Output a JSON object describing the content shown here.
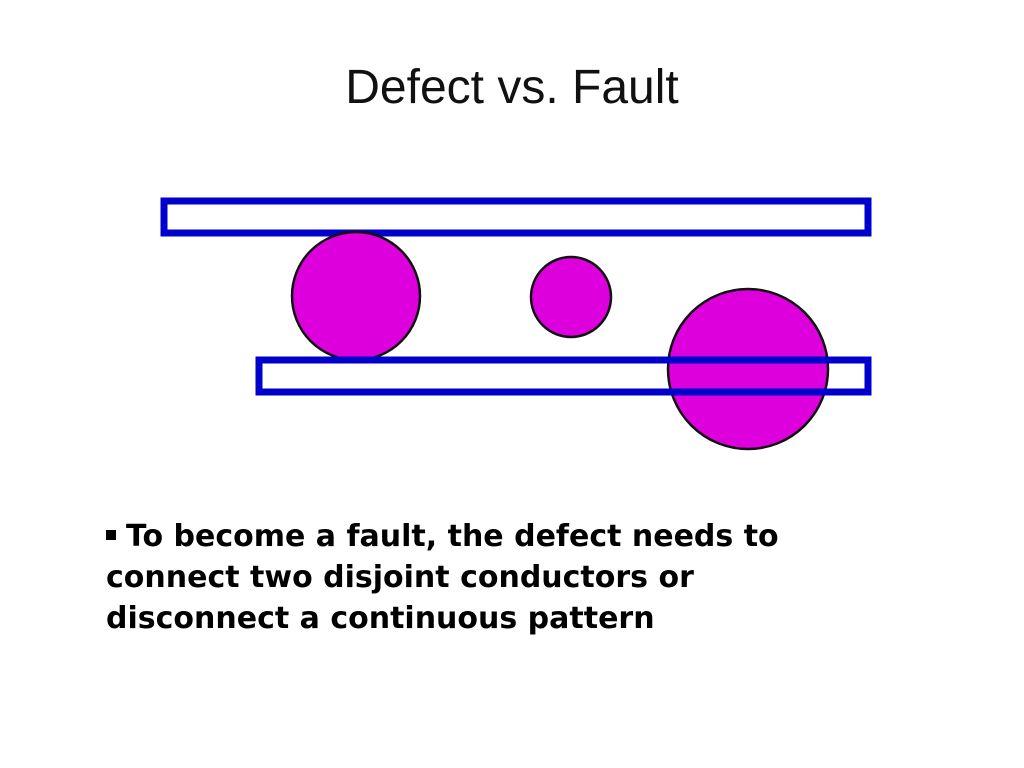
{
  "slide": {
    "title": "Defect vs. Fault",
    "bullet_text": "To become a fault, the defect needs to connect two disjoint conductors or disconnect a continuous pattern"
  },
  "diagram": {
    "conductor_color": "#0000cc",
    "defect_color": "#dd00dd",
    "conductors": [
      {
        "name": "conductor-top"
      },
      {
        "name": "conductor-bottom"
      }
    ],
    "defects": [
      {
        "name": "defect-left"
      },
      {
        "name": "defect-middle"
      },
      {
        "name": "defect-right"
      }
    ]
  }
}
